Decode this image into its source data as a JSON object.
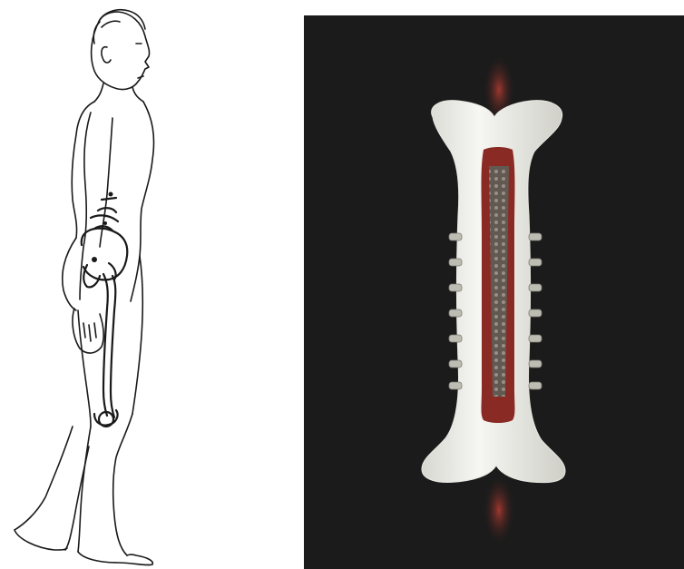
{
  "figures": [
    {
      "kind": "line-drawing",
      "subject": "standing-man-profile-with-skeleton-overlay",
      "colors": {
        "stroke": "#1a1a1a",
        "fill": "#ffffff"
      }
    },
    {
      "kind": "photo-render",
      "subject": "bone-with-implant-and-screws",
      "colors": {
        "background": "#1b1b1b",
        "bone": "#f2f2ee",
        "marrow": "#8a2a24",
        "implant_mesh": "#6c6c66",
        "screw": "#bdbdb4"
      }
    }
  ]
}
